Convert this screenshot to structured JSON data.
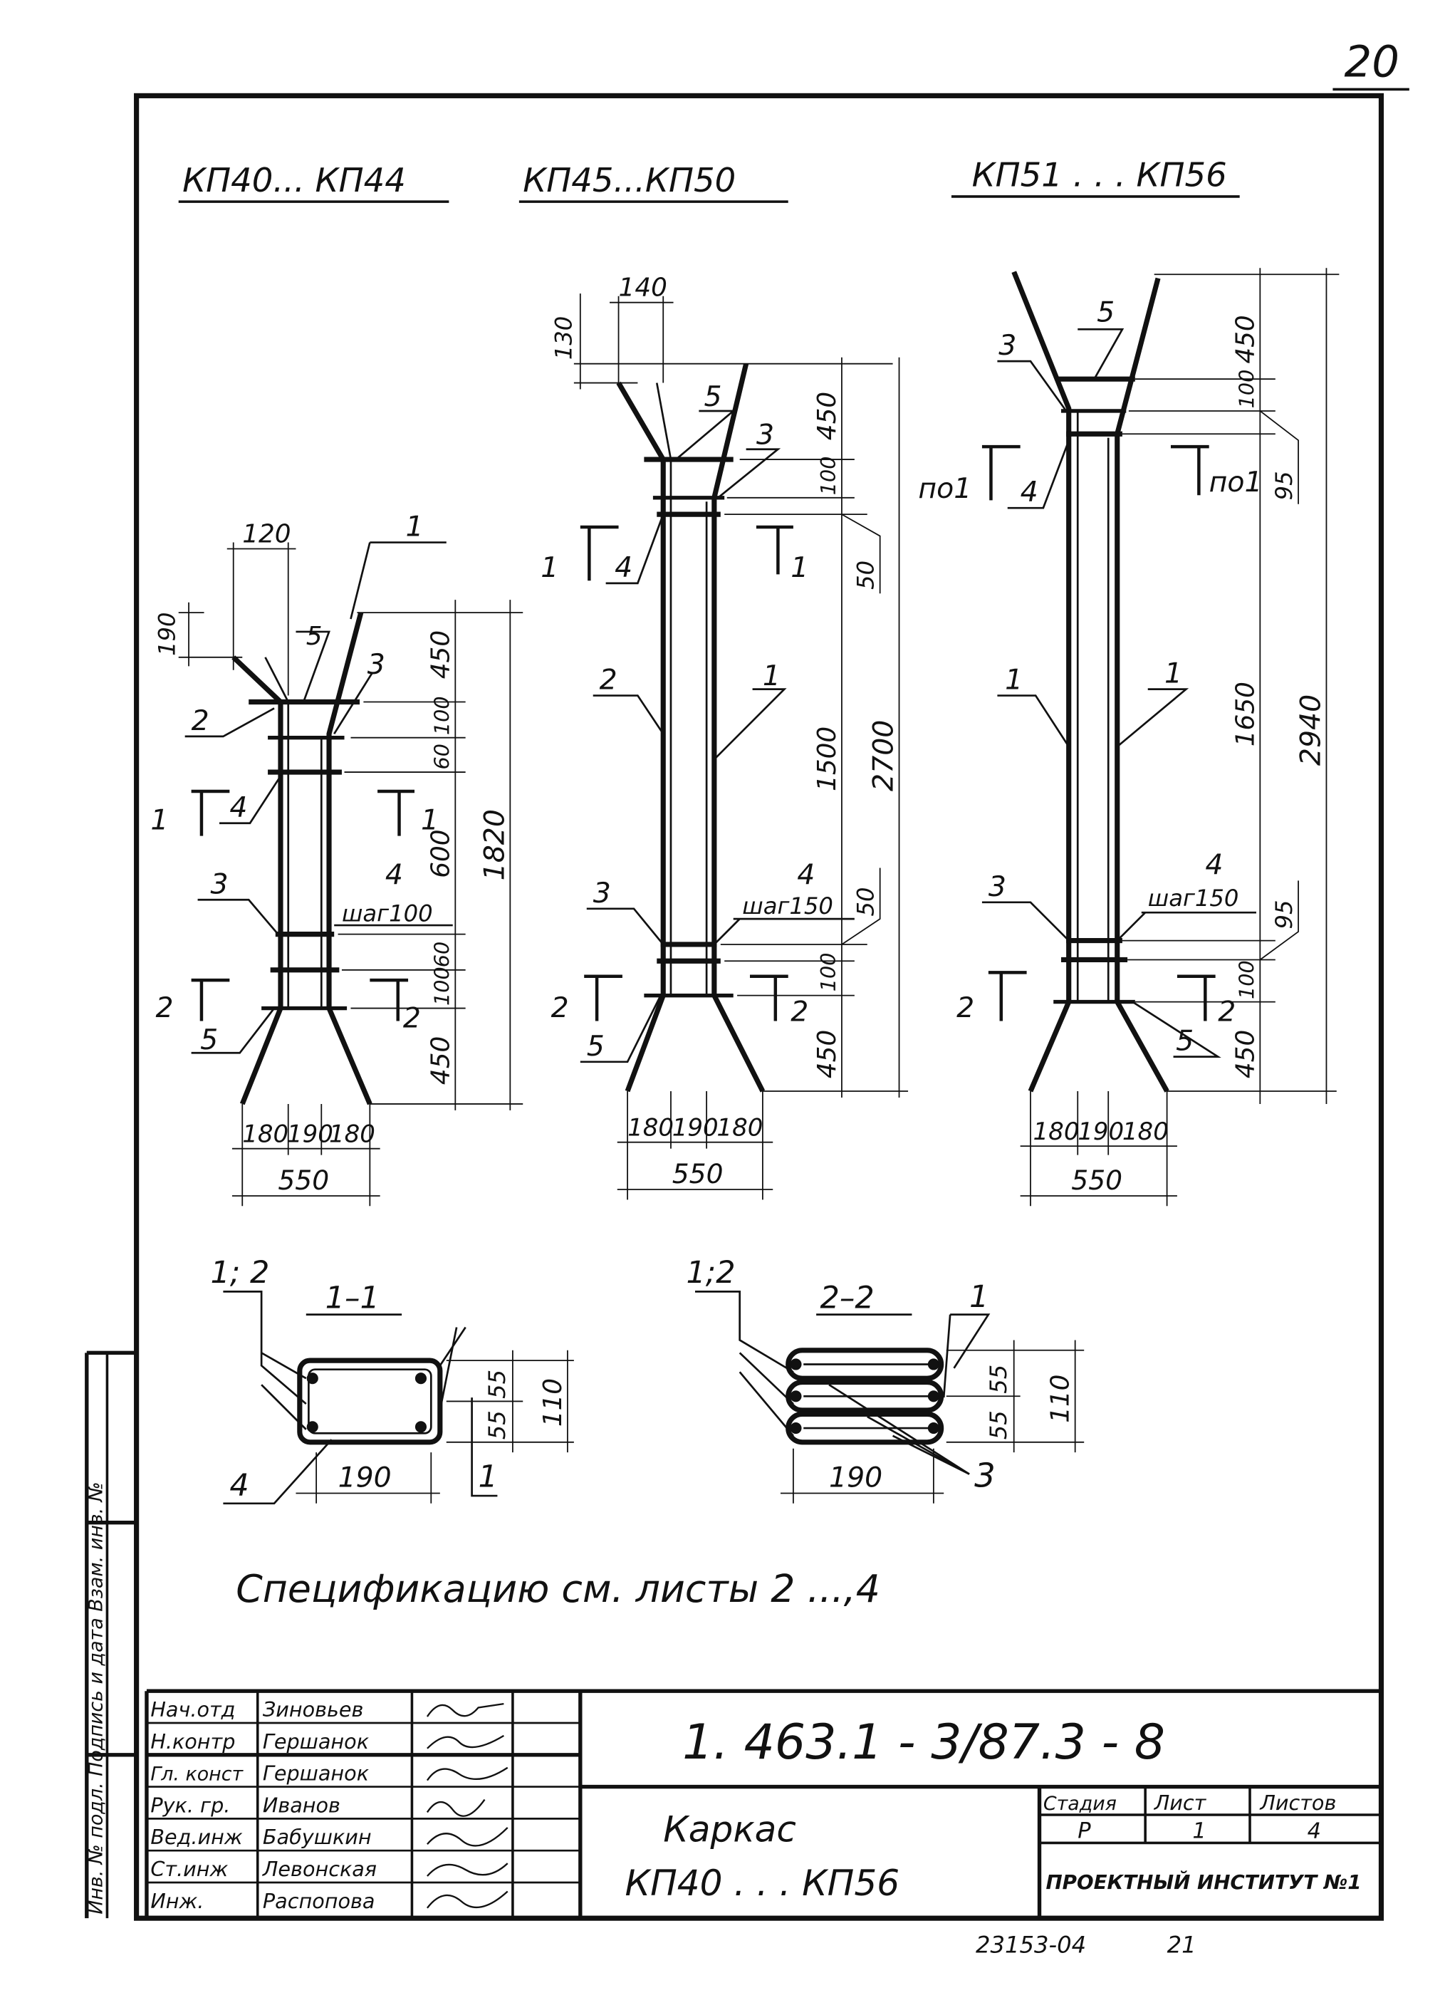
{
  "page_number": "20",
  "groups": {
    "left": {
      "title": "КП40... КП44"
    },
    "middle": {
      "title": "КП45...КП50"
    },
    "right": {
      "title": "КП51 . . . КП56"
    }
  },
  "left_frame": {
    "dims_top": {
      "width": "120",
      "height": "190"
    },
    "vertical_chain": [
      "450",
      "100",
      "60",
      "600",
      "60",
      "100",
      "450"
    ],
    "total": "1820",
    "bottom_widths": [
      "180",
      "190",
      "180"
    ],
    "bottom_total": "550",
    "step_label": "шаг100",
    "callouts": {
      "c1": "1",
      "c2": "2",
      "c3a": "3",
      "c3b": "3",
      "c4a": "4",
      "c4b": "4",
      "c5a": "5",
      "c5b": "5"
    },
    "section_marks": {
      "s1L": "1",
      "s1R": "1",
      "s2L": "2",
      "s2R": "2"
    }
  },
  "middle_frame": {
    "dims_top": {
      "width": "140",
      "height": "130"
    },
    "vertical_chain": [
      "450",
      "100",
      "50",
      "1500",
      "50",
      "100",
      "450"
    ],
    "total": "2700",
    "bottom_widths": [
      "180",
      "190",
      "180"
    ],
    "bottom_total": "550",
    "step_label": "шаг150",
    "callouts": {
      "c1": "1",
      "c2": "2",
      "c3a": "3",
      "c3b": "3",
      "c4a": "4",
      "c4b": "4",
      "c5a": "5",
      "c5b": "5"
    },
    "section_marks": {
      "s1L": "1",
      "s1R": "1",
      "s2L": "2",
      "s2R": "2"
    }
  },
  "right_frame": {
    "vertical_chain": [
      "450",
      "100",
      "95",
      "1650",
      "95",
      "100",
      "450"
    ],
    "total": "2940",
    "bottom_widths": [
      "180",
      "190",
      "180"
    ],
    "bottom_total": "550",
    "step_label": "шаг150",
    "callouts": {
      "c1a": "1",
      "c1b": "1",
      "c3a": "3",
      "c3b": "3",
      "c4a": "4",
      "c4b": "4",
      "c5a": "5",
      "c5b": "5"
    },
    "section_marks": {
      "sTL": "по1",
      "sTR": "по1",
      "s2L": "2",
      "s2R": "2"
    }
  },
  "section_1_1": {
    "title": "1–1",
    "top_label": "1; 2",
    "dims": [
      "55",
      "55",
      "110"
    ],
    "width": "190",
    "callouts": {
      "bottom_left": "4",
      "bottom_right": "1"
    }
  },
  "section_2_2": {
    "title": "2–2",
    "top_label": "1;2",
    "dims": [
      "55",
      "55",
      "110"
    ],
    "width": "190",
    "callouts": {
      "top_right": "1",
      "bottom_right": "3"
    }
  },
  "note": "Спецификацию см. листы 2 ...,4",
  "title_block": {
    "signatures": [
      {
        "role": "Нач.отд",
        "name": "Зиновьев"
      },
      {
        "role": "Н.контр",
        "name": "Гершанок"
      },
      {
        "role": "Гл. конст",
        "name": "Гершанок"
      },
      {
        "role": "Рук. гр.",
        "name": "Иванов"
      },
      {
        "role": "Вед.инж",
        "name": "Бабушкин"
      },
      {
        "role": "Ст.инж",
        "name": "Левонская"
      },
      {
        "role": "Инж.",
        "name": "Распопова"
      }
    ],
    "document_code": "1. 463.1 - 3/87.3 - 8",
    "drawing_title_line1": "Каркас",
    "drawing_title_line2": "КП40 . . . КП56",
    "stage_header": "Стадия",
    "sheet_header": "Лист",
    "sheets_header": "Листов",
    "stage_value": "Р",
    "sheet_value": "1",
    "sheets_value": "4",
    "organization": "ПРОЕКТНЫЙ ИНСТИТУТ №1"
  },
  "margin_stamp": "Инв. № подл. Подпись и дата Взам. инв. №",
  "footer_code": "23153-04",
  "footer_page": "21"
}
